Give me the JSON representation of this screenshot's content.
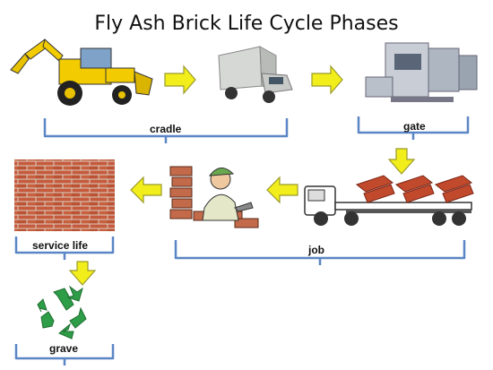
{
  "title": "Fly Ash Brick Life Cycle Phases",
  "phases": {
    "cradle": "cradle",
    "gate": "gate",
    "job": "job",
    "service_life": "service life",
    "grave": "grave"
  },
  "icons": [
    "backhoe-loader-icon",
    "delivery-truck-icon",
    "brick-making-machine-icon",
    "flatbed-truck-with-bricks-icon",
    "bricklayer-icon",
    "brick-wall-icon",
    "recycle-icon"
  ],
  "colors": {
    "bracket": "#5b86c5",
    "arrow_fill": "#f2ee1b",
    "arrow_stroke": "#9a9a2a",
    "brick": "#c24a2c",
    "recycle": "#2e9d48"
  }
}
